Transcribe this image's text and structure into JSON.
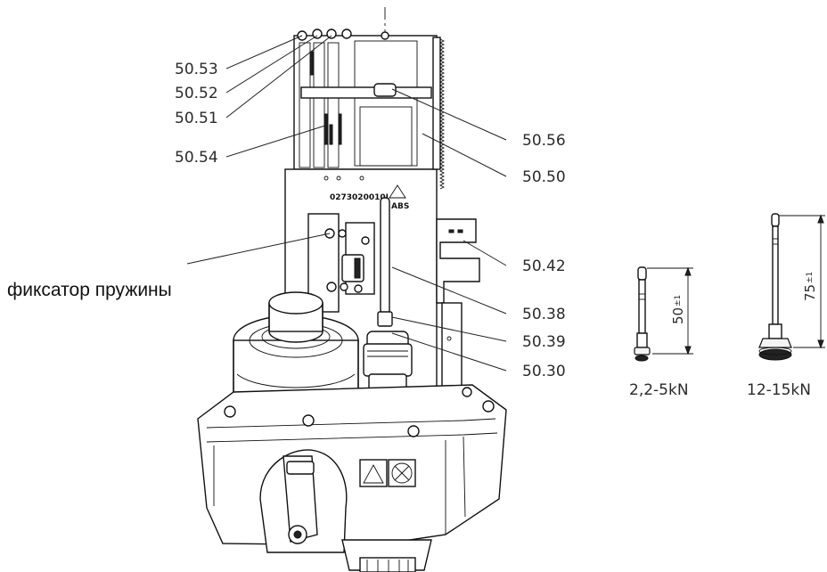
{
  "callouts": [
    {
      "id": "c5053",
      "text": "50.53"
    },
    {
      "id": "c5052",
      "text": "50.52"
    },
    {
      "id": "c5051",
      "text": "50.51"
    },
    {
      "id": "c5054",
      "text": "50.54"
    },
    {
      "id": "c5056",
      "text": "50.56"
    },
    {
      "id": "c5050",
      "text": "50.50"
    },
    {
      "id": "c5042",
      "text": "50.42"
    },
    {
      "id": "c5038",
      "text": "50.38"
    },
    {
      "id": "c5039",
      "text": "50.39"
    },
    {
      "id": "c5030",
      "text": "50.30"
    }
  ],
  "spring_lock_label": "фиксатор пружины",
  "part_marking": "0273020010I",
  "material_mark": "ABS",
  "spring_small": {
    "dimension": "50",
    "tolerance": "±1",
    "rating": "2,2-5kN"
  },
  "spring_large": {
    "dimension": "75",
    "tolerance": "±1",
    "rating": "12-15kN"
  }
}
